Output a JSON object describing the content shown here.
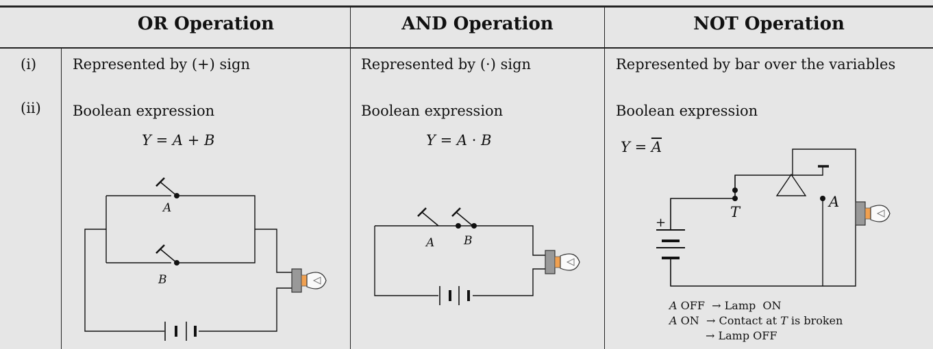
{
  "table": {
    "headers": [
      "OR Operation",
      "AND Operation",
      "NOT Operation"
    ],
    "rows": [
      {
        "num": "(i)",
        "cells": [
          "Represented by (+) sign",
          "Represented by (·) sign",
          "Represented by bar over the variables"
        ]
      },
      {
        "num": "(ii)",
        "cells": [
          "Boolean expression",
          "Boolean expression",
          "Boolean expression"
        ]
      }
    ]
  },
  "or_expr": {
    "lhs": "Y",
    "eq": "=",
    "a": "A",
    "op": "+",
    "b": "B"
  },
  "and_expr": {
    "lhs": "Y",
    "eq": "=",
    "a": "A",
    "op": "·",
    "b": "B"
  },
  "not_expr": {
    "lhs": "Y",
    "eq": "=",
    "a": "A"
  },
  "or_circuit": {
    "switch_a": "A",
    "switch_b": "B"
  },
  "and_circuit": {
    "switch_a": "A",
    "switch_b": "B"
  },
  "not_circuit": {
    "contact": "T",
    "switch": "A",
    "battery_plus": "+"
  },
  "not_notes": {
    "line1_var": "A",
    "line1_text": "OFF",
    "line1_arrow": "→",
    "line1_result": "Lamp  ON",
    "line2_var": "A",
    "line2_text": "ON",
    "line2_arrow": "→",
    "line2_result_pre": "Contact at",
    "line2_result_var": "T",
    "line2_result_post": "is broken",
    "line3_arrow": "→",
    "line3_result": "Lamp OFF"
  }
}
